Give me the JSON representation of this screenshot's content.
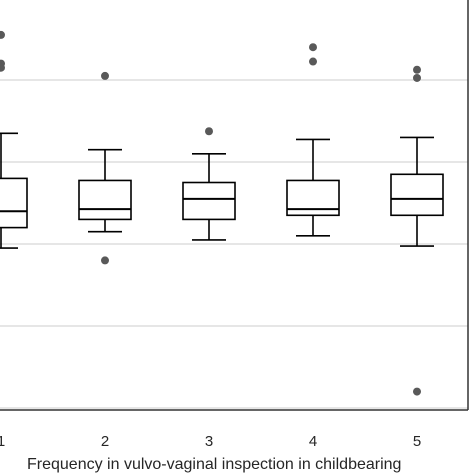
{
  "chart_data": {
    "type": "box",
    "xlabel": "Frequency in vulvo-vaginal inspection in childbearing",
    "ylabel": "",
    "categories": [
      "1",
      "2",
      "3",
      "4",
      "5"
    ],
    "ylim": [
      0,
      100
    ],
    "grid": "horizontal",
    "boxes": [
      {
        "category": "1",
        "whisker_low": 39,
        "q1": 44,
        "median": 48,
        "q3": 56,
        "whisker_high": 67,
        "outliers": [
          91,
          84,
          83
        ]
      },
      {
        "category": "2",
        "whisker_low": 43,
        "q1": 46,
        "median": 48.5,
        "q3": 55.5,
        "whisker_high": 63,
        "outliers": [
          36,
          81
        ]
      },
      {
        "category": "3",
        "whisker_low": 41,
        "q1": 46,
        "median": 51,
        "q3": 55,
        "whisker_high": 62,
        "outliers": [
          67.5
        ]
      },
      {
        "category": "4",
        "whisker_low": 42,
        "q1": 47,
        "median": 48.5,
        "q3": 55.5,
        "whisker_high": 65.5,
        "outliers": [
          88,
          84.5
        ]
      },
      {
        "category": "5",
        "whisker_low": 39.5,
        "q1": 47,
        "median": 51,
        "q3": 57,
        "whisker_high": 66,
        "outliers": [
          82.5,
          80.5,
          4
        ]
      }
    ],
    "colors": {
      "box": "#000000",
      "outlier": "#595959",
      "grid": "#cccccc",
      "frame": "#333333"
    }
  }
}
